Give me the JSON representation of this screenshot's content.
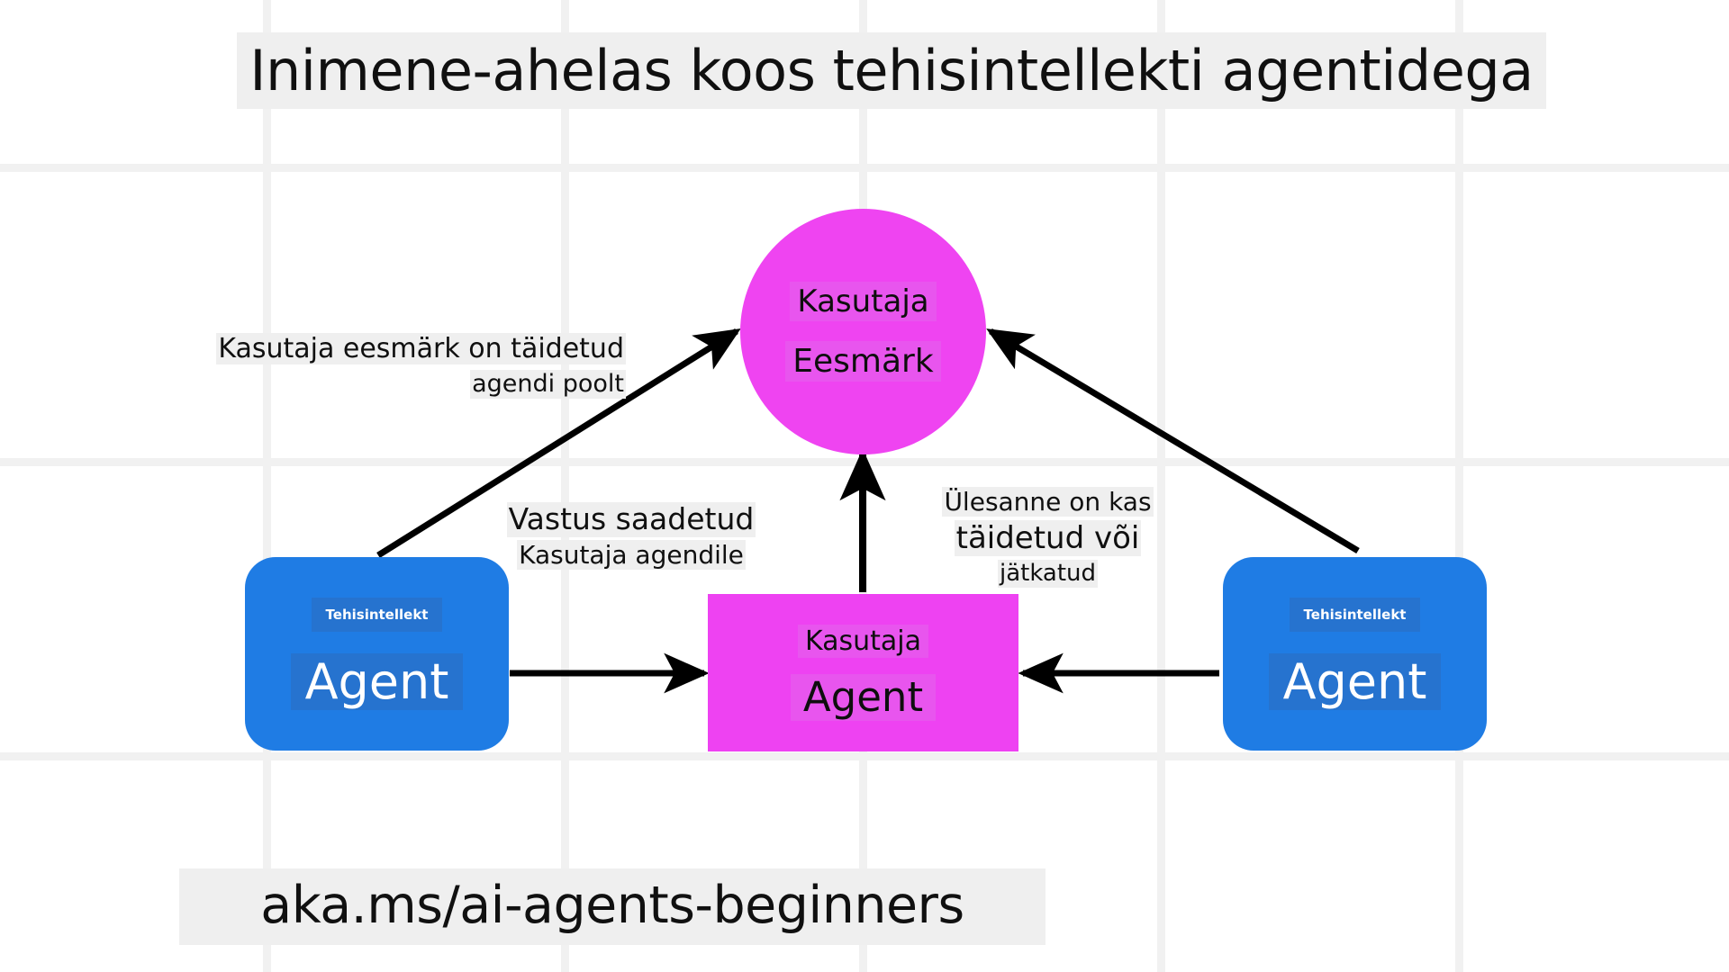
{
  "page": {
    "title": "Inimene-ahelas koos tehisintellekti agentidega",
    "footer_url": "aka.ms/ai-agents-beginners",
    "background": "#ffffff",
    "grid_color": "#f1f1f1"
  },
  "colors": {
    "agent_blue": "#1f7ce4",
    "agent_blue_highlight": "#2673cf",
    "user_magenta": "#ee42f2",
    "user_magenta_highlight": "#e855ee",
    "text_dark": "#101010",
    "text_light": "#ffffff",
    "highlight_gray": "#efefef",
    "arrow": "#000000"
  },
  "nodes": {
    "user_goal_circle": {
      "line1": "Kasutaja",
      "line2": "Eesmärk",
      "shape": "circle",
      "fill": "#ef44f1"
    },
    "agent_left": {
      "kicker": "Tehisintellekt",
      "label": "Agent",
      "shape": "rounded-rect",
      "fill": "#1f7ce4"
    },
    "agent_right": {
      "kicker": "Tehisintellekt",
      "label": "Agent",
      "shape": "rounded-rect",
      "fill": "#1f7ce4"
    },
    "user_agent": {
      "kicker": "Kasutaja",
      "label": "Agent",
      "shape": "rect",
      "fill": "#ee42f2"
    }
  },
  "edge_labels": {
    "goal_fulfilled": {
      "line1": "Kasutaja eesmärk on täidetud",
      "line2": "agendi poolt"
    },
    "response_sent": {
      "line1": "Vastus saadetud",
      "line2": "Kasutaja agendile"
    },
    "task_state": {
      "line1": "Ülesanne on kas",
      "line2": "täidetud või",
      "line3": "jätkatud"
    }
  }
}
